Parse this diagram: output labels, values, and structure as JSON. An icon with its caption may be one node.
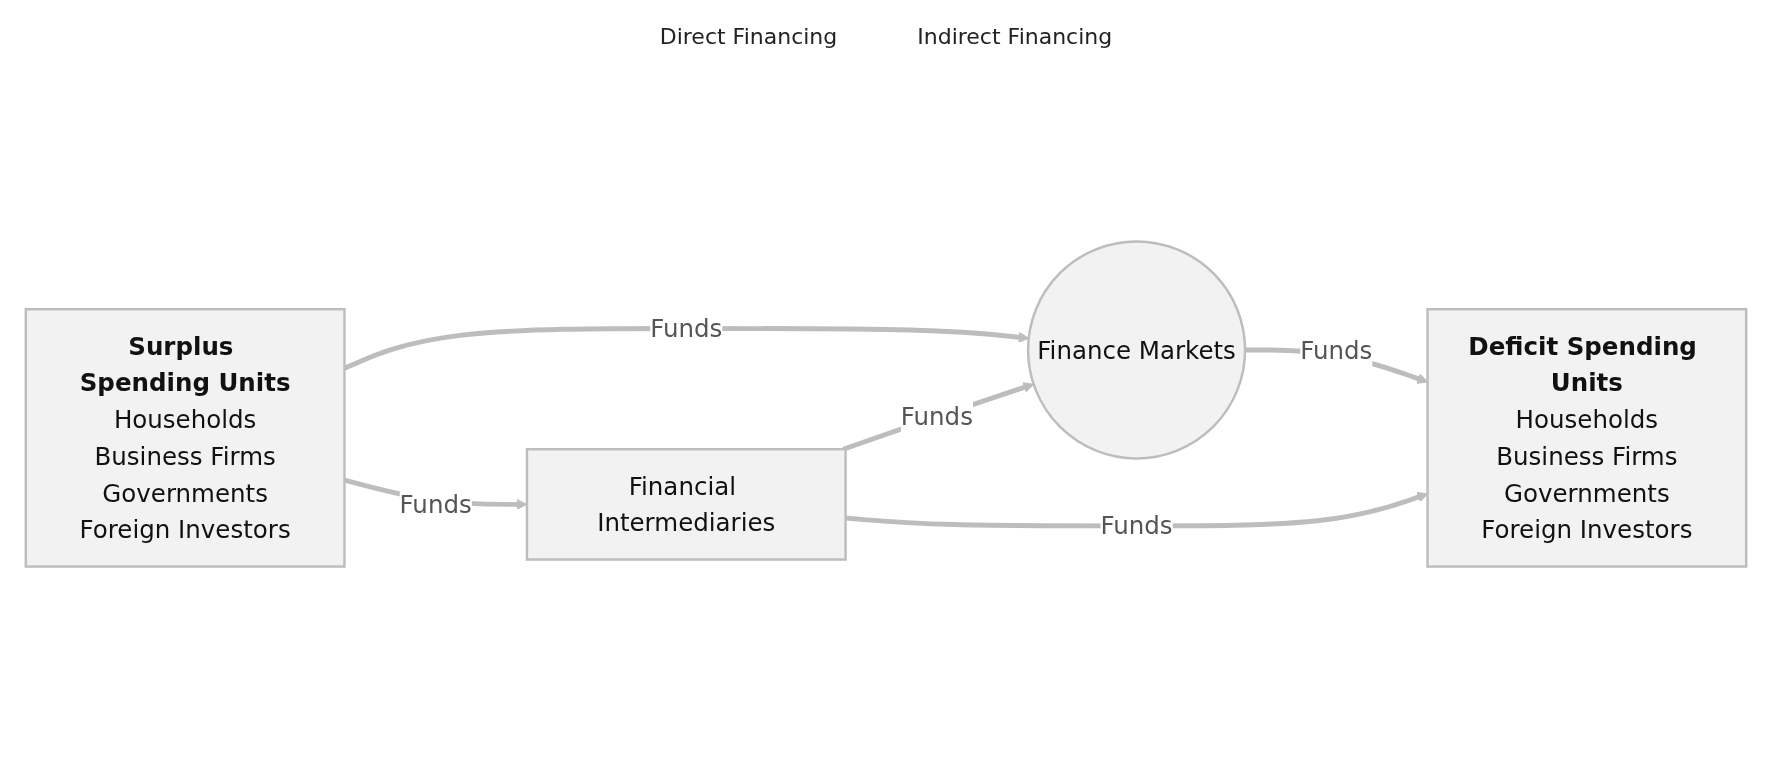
{
  "diagram": {
    "nodes": [
      {
        "text": [
          "Surplus Spending Units",
          "Households",
          "Business Firms",
          "Governments",
          "Foreign Investors"
        ]
      },
      {
        "text": [
          "Finance Markets"
        ]
      },
      {
        "text": [
          "Deficit Spending Units",
          "Households",
          "Business Firms",
          "Governments",
          "Foreign Investors"
        ]
      },
      {
        "text": [
          "Financial Intermediaries"
        ]
      }
    ],
    "edges": [
      {
        "from": 0,
        "to": 1,
        "arrow": "to",
        "label": "Funds"
      },
      {
        "from": 1,
        "to": 2,
        "arrow": "to",
        "label": "Funds"
      },
      {
        "from": 0,
        "to": 3,
        "arrow": "to",
        "label": "Funds"
      },
      {
        "from": 3,
        "to": 1,
        "arrow": "to",
        "label": "Funds"
      },
      {
        "from": 3,
        "to": 2,
        "arrow": "to",
        "label": "Funds"
      }
    ],
    "labels": [
      "Direct Financing",
      "Indirect Financing"
    ]
  }
}
